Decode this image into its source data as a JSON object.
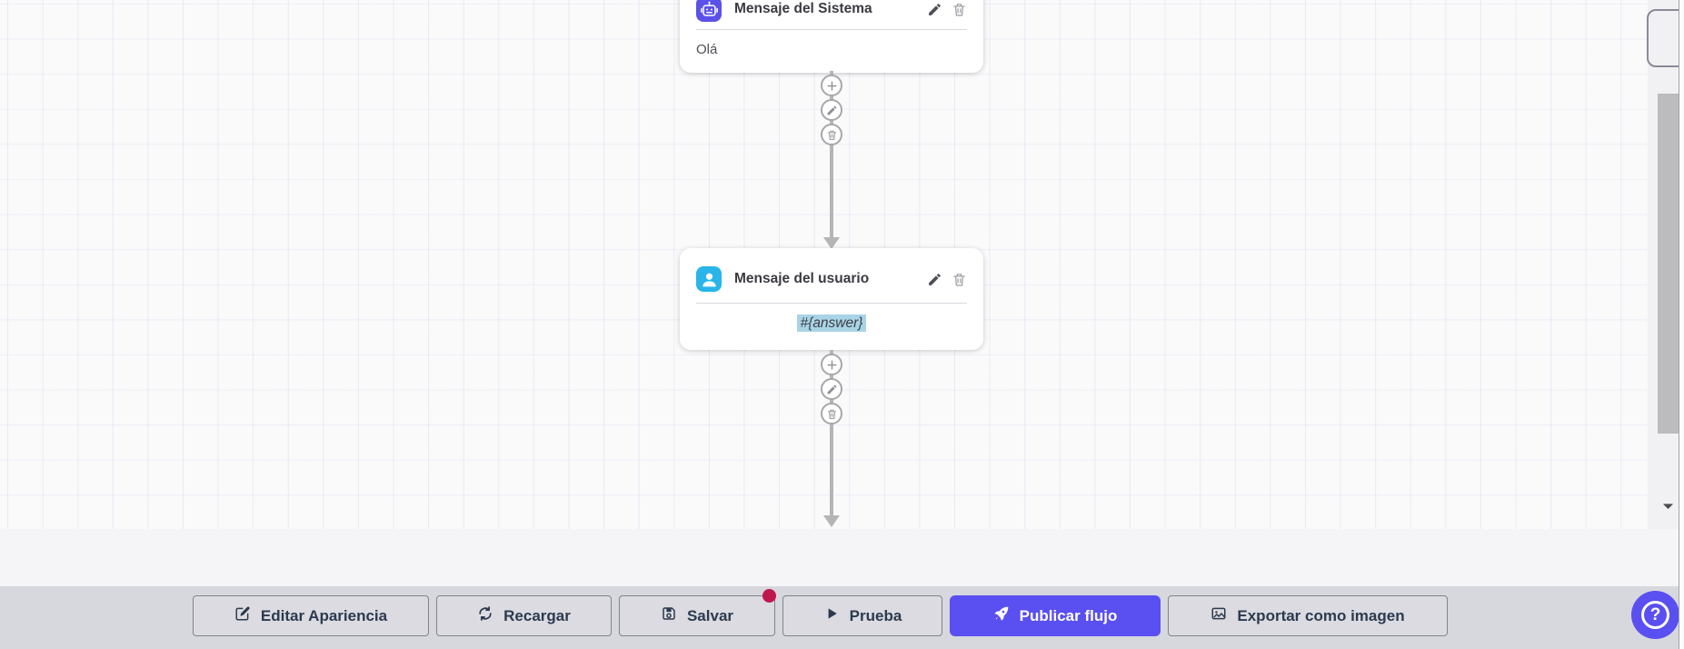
{
  "canvas": {
    "nodes": [
      {
        "title": "Mensaje del Sistema",
        "content": "Olá",
        "icon": "robot-icon",
        "icon_color": "#5b51e8"
      },
      {
        "title": "Mensaje del usuario",
        "content": "#{answer}",
        "icon": "person-icon",
        "icon_color": "#29b5e8",
        "content_highlighted": true,
        "highlight_color": "#a9d4e6"
      }
    ],
    "card_actions": [
      {
        "name": "edit",
        "icon": "pencil-icon"
      },
      {
        "name": "delete",
        "icon": "trash-icon"
      }
    ],
    "node_actions": [
      {
        "name": "add",
        "icon": "plus-icon"
      },
      {
        "name": "edit",
        "icon": "pencil-icon"
      },
      {
        "name": "delete",
        "icon": "trash-icon"
      }
    ],
    "connector_color": "#b5b5b8"
  },
  "toolbar": {
    "buttons": [
      {
        "label": "Editar Apariencia",
        "icon": "edit-icon",
        "variant": "default"
      },
      {
        "label": "Recargar",
        "icon": "refresh-icon",
        "variant": "default"
      },
      {
        "label": "Salvar",
        "icon": "save-icon",
        "variant": "default",
        "badge": true
      },
      {
        "label": "Prueba",
        "icon": "play-icon",
        "variant": "default"
      },
      {
        "label": "Publicar flujo",
        "icon": "rocket-icon",
        "variant": "primary"
      },
      {
        "label": "Exportar como imagen",
        "icon": "image-icon",
        "variant": "default"
      }
    ],
    "badge_color": "#c0164e",
    "primary_color": "#5a4ff0"
  },
  "help": {
    "glyph": "?",
    "color": "#5a4ff0"
  },
  "scrollbar": {
    "down_icon": "caret-down-icon"
  }
}
